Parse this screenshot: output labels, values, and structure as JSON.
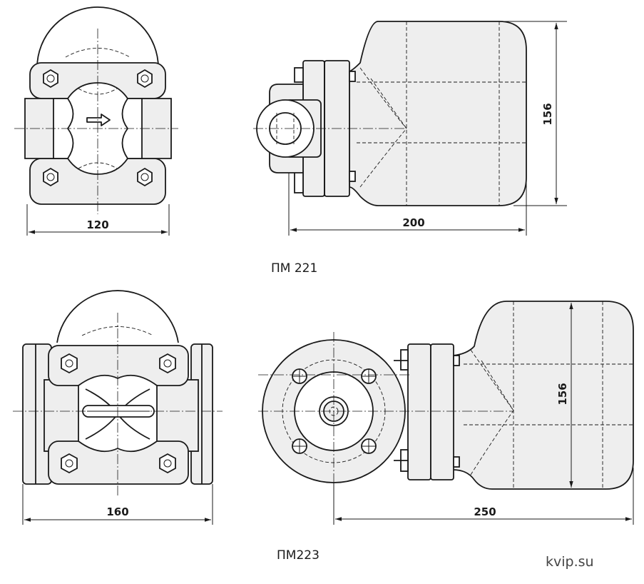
{
  "dimensions": {
    "pm221_width": "120",
    "pm221_length": "200",
    "pm221_height": "156",
    "pm223_width": "160",
    "pm223_length": "250",
    "pm223_height": "156"
  },
  "captions": {
    "pm221": "ПМ 221",
    "pm223": "ПМ223"
  },
  "watermark": "kvip.su",
  "colors": {
    "line": "#1a1a1a",
    "fill": "#eeeeee",
    "background": "#ffffff"
  }
}
